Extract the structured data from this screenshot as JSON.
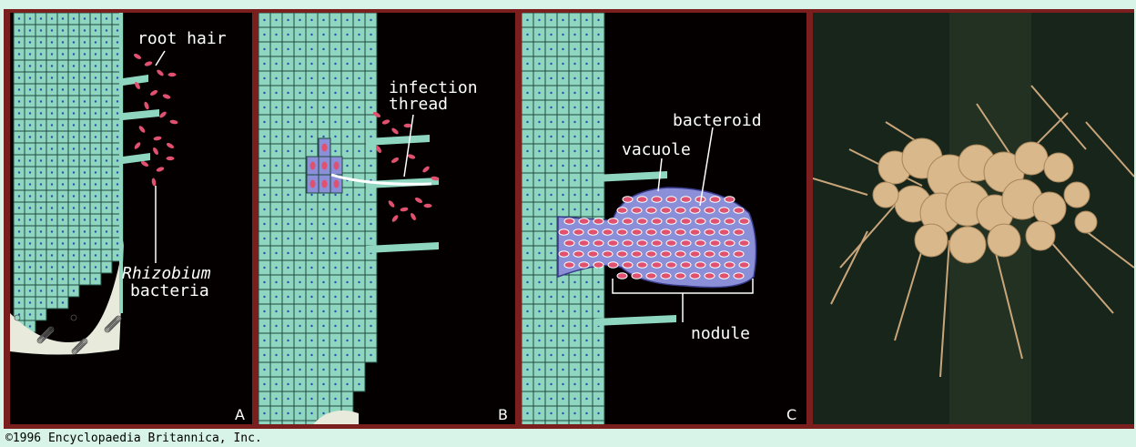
{
  "labels": {
    "root_hair": "root hair",
    "rhizobium_line1": "Rhizobium",
    "rhizobium_line2": "bacteria",
    "infection_line1": "infection",
    "infection_line2": "thread",
    "bacteroid": "bacteroid",
    "vacuole": "vacuole",
    "nodule": "nodule"
  },
  "panel_letters": {
    "a": "A",
    "b": "B",
    "c": "C"
  },
  "copyright": "©1996 Encyclopaedia Britannica, Inc.",
  "colors": {
    "root_cell": "#8fd6c0",
    "cell_border": "#1f4a40",
    "bacteria": "#e0506f",
    "nodule_cell": "#8a8fd8",
    "frame": "#7a1e1e",
    "background": "#d8f4e8"
  }
}
